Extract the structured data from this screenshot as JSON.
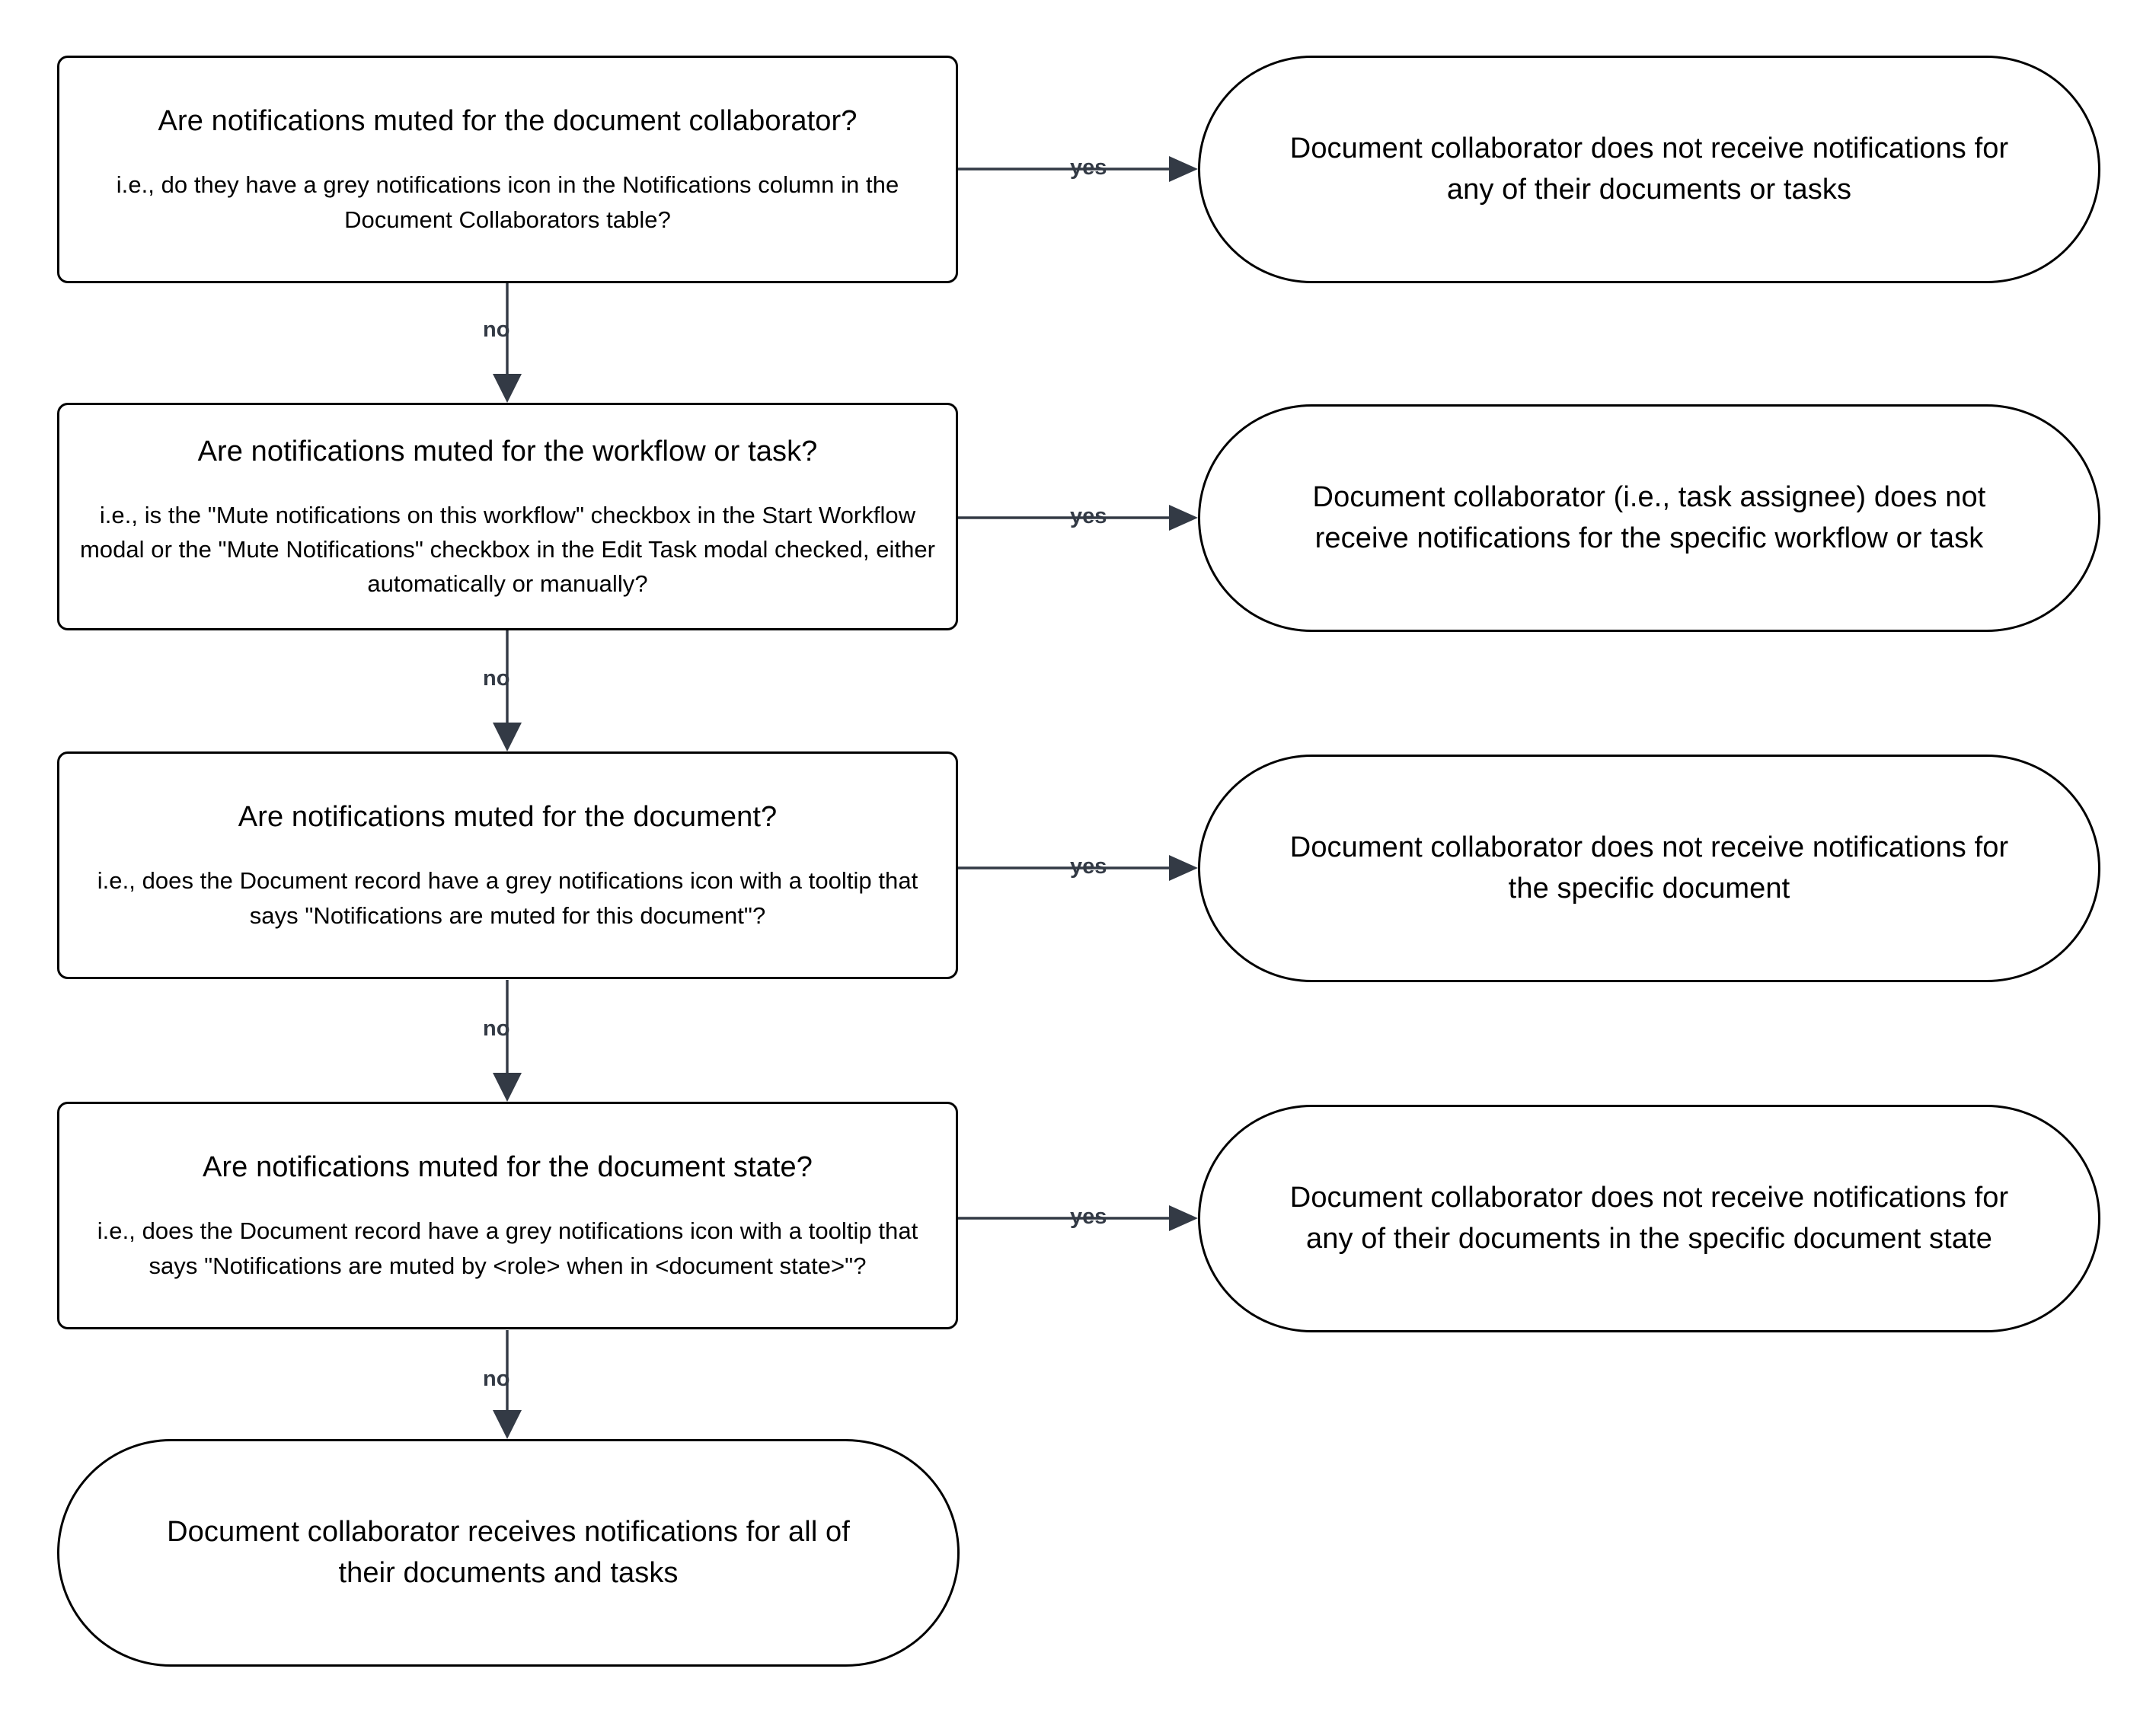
{
  "diagram": {
    "type": "flowchart",
    "orientation": "top-down-with-branches",
    "theme": {
      "node_border_color": "#000000",
      "node_fill_color": "#ffffff",
      "edge_color": "#333a45",
      "text_color": "#000000",
      "background": "#ffffff"
    },
    "nodes": [
      {
        "id": "q-collaborator",
        "shape": "rounded-rectangle",
        "title": "Are notifications muted for the document collaborator?",
        "detail": "i.e., do they have a grey notifications icon in the Notifications column in the Document Collaborators table?"
      },
      {
        "id": "out-collaborator",
        "shape": "stadium",
        "title": "Document collaborator does not receive notifications for any of their documents or tasks",
        "detail": ""
      },
      {
        "id": "q-workflow",
        "shape": "rounded-rectangle",
        "title": "Are notifications muted for the workflow or task?",
        "detail": "i.e., is the \"Mute notifications on this workflow\" checkbox in the Start Workflow modal or the \"Mute Notifications\" checkbox in the Edit Task modal checked, either automatically or manually?"
      },
      {
        "id": "out-workflow",
        "shape": "stadium",
        "title": "Document collaborator (i.e., task assignee) does not receive notifications for the specific workflow or task",
        "detail": ""
      },
      {
        "id": "q-document",
        "shape": "rounded-rectangle",
        "title": "Are notifications muted for the document?",
        "detail": "i.e., does the Document record have a grey notifications icon with a tooltip that says \"Notifications are muted for this document\"?"
      },
      {
        "id": "out-document",
        "shape": "stadium",
        "title": "Document collaborator does not receive notifications for the specific document",
        "detail": ""
      },
      {
        "id": "q-document-state",
        "shape": "rounded-rectangle",
        "title": "Are notifications muted for the document state?",
        "detail": "i.e., does the Document record have a grey notifications icon with a tooltip that says \"Notifications are muted by <role> when in <document state>\"?"
      },
      {
        "id": "out-document-state",
        "shape": "stadium",
        "title": "Document collaborator does not receive notifications for any of their documents in the specific document state",
        "detail": ""
      },
      {
        "id": "out-receives",
        "shape": "stadium",
        "title": "Document collaborator receives notifications for all of their documents and tasks",
        "detail": ""
      }
    ],
    "edges": [
      {
        "id": "e1",
        "from": "q-collaborator",
        "to": "out-collaborator",
        "label": "yes"
      },
      {
        "id": "e2",
        "from": "q-collaborator",
        "to": "q-workflow",
        "label": "no"
      },
      {
        "id": "e3",
        "from": "q-workflow",
        "to": "out-workflow",
        "label": "yes"
      },
      {
        "id": "e4",
        "from": "q-workflow",
        "to": "q-document",
        "label": "no"
      },
      {
        "id": "e5",
        "from": "q-document",
        "to": "out-document",
        "label": "yes"
      },
      {
        "id": "e6",
        "from": "q-document",
        "to": "q-document-state",
        "label": "no"
      },
      {
        "id": "e7",
        "from": "q-document-state",
        "to": "out-document-state",
        "label": "yes"
      },
      {
        "id": "e8",
        "from": "q-document-state",
        "to": "out-receives",
        "label": "no"
      }
    ]
  }
}
